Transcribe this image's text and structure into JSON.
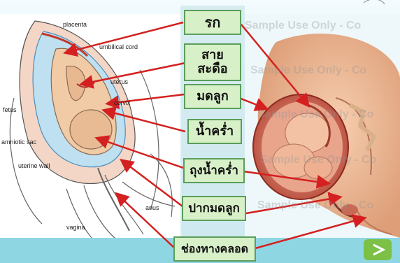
{
  "labels": {
    "placenta_th": "รก",
    "cord_th_1": "สาย",
    "cord_th_2": "สะดือ",
    "uterus_th": "มดลูก",
    "amniotic_fluid_th": "น้ำคร่ำ",
    "amniotic_sac_th": "ถุงน้ำคร่ำ",
    "cervix_th": "ปากมดลูก",
    "vagina_th": "ช่องทางคลอด"
  },
  "anatomy_labels": {
    "placenta": "placenta",
    "umbilical_cord": "umbilical cord",
    "uterus": "uterus",
    "cervix": "cervix",
    "fetus": "fetus",
    "amniotic_sac": "amniotic sac",
    "uterine_wall": "uterine wall",
    "anus": "anus",
    "vagina": "vagina"
  },
  "watermark": "Sample Use Only - Co",
  "colors": {
    "arrow": "#d42020",
    "label_fill": "#d8f0c8",
    "label_border": "#5a9e5a"
  }
}
